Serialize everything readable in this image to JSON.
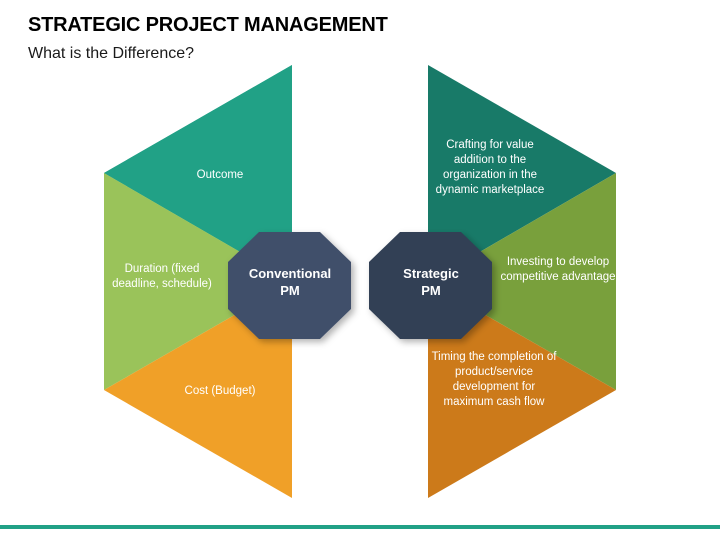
{
  "header": {
    "title": "STRATEGIC PROJECT MANAGEMENT",
    "subtitle": "What is the Difference?"
  },
  "colors": {
    "left_teal": "#21a186",
    "left_green": "#9ac35a",
    "left_orange": "#f0a028",
    "right_teal": "#187a68",
    "right_green": "#79a03c",
    "right_orange": "#cc7a1a",
    "core_dark": "#41506b",
    "core_dark_right": "#313f54",
    "accent_bar": "#21a186",
    "text_on_shape": "#ffffff",
    "title_text": "#000000"
  },
  "diagram": {
    "type": "comparison-hexagons",
    "left_cluster": {
      "core_label": "Conventional\nPM",
      "core_label_line1": "Conventional",
      "core_label_line2": "PM",
      "segments": [
        {
          "id": "outcome",
          "label": "Outcome",
          "color": "#21a186",
          "position": "top"
        },
        {
          "id": "duration",
          "label": "Duration (fixed deadline, schedule)",
          "color": "#9ac35a",
          "position": "left"
        },
        {
          "id": "cost",
          "label": "Cost (Budget)",
          "color": "#f0a028",
          "position": "bottom"
        }
      ]
    },
    "right_cluster": {
      "core_label_line1": "Strategic",
      "core_label_line2": "PM",
      "segments": [
        {
          "id": "crafting",
          "label": "Crafting for value addition to the organization in the dynamic marketplace",
          "color": "#187a68",
          "position": "top"
        },
        {
          "id": "investing",
          "label": "Investing to develop competitive advantage",
          "color": "#79a03c",
          "position": "right"
        },
        {
          "id": "timing",
          "label": "Timing the completion of product/service development for maximum cash flow",
          "color": "#cc7a1a",
          "position": "bottom"
        }
      ]
    }
  }
}
